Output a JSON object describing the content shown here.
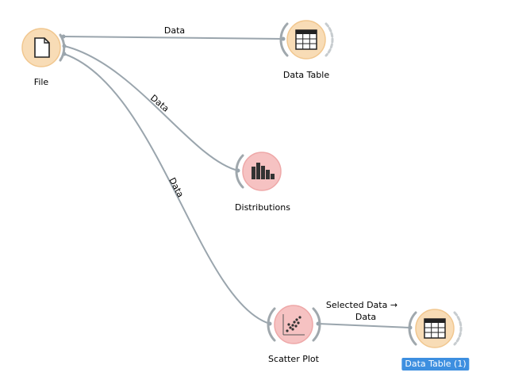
{
  "nodes": {
    "file": {
      "label": "File",
      "icon": "file-icon",
      "color": "#f8dcb6"
    },
    "data_table": {
      "label": "Data Table",
      "icon": "table-icon",
      "color": "#f8dcb6"
    },
    "distributions": {
      "label": "Distributions",
      "icon": "bar-chart-icon",
      "color": "#f6c2c2"
    },
    "scatter_plot": {
      "label": "Scatter Plot",
      "icon": "scatter-plot-icon",
      "color": "#f6c2c2"
    },
    "data_table_1": {
      "label": "Data Table (1)",
      "icon": "table-icon",
      "color": "#f8dcb6",
      "selected": true
    }
  },
  "links": {
    "file_to_data_table": {
      "label": "Data"
    },
    "file_to_distributions": {
      "label": "Data"
    },
    "file_to_scatter_plot": {
      "label": "Data"
    },
    "scatter_to_data_table_1": {
      "label_line1": "Selected Data →",
      "label_line2": "Data"
    }
  }
}
